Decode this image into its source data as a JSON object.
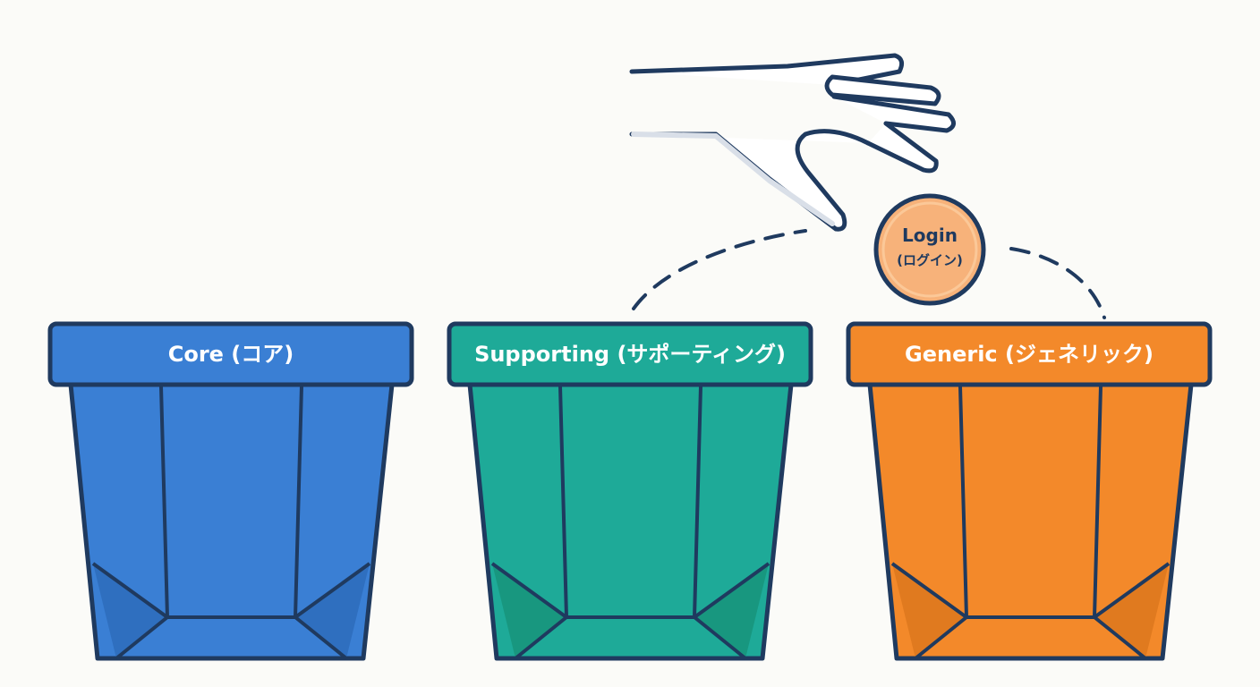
{
  "colors": {
    "outline": "#1f3a5f",
    "background": "#fbfbf8",
    "core": "#3a7fd4",
    "supporting": "#1eaa98",
    "generic": "#f3892a",
    "coin": "#f7b27a"
  },
  "bins": [
    {
      "id": "core",
      "label": "Core (コア)"
    },
    {
      "id": "supporting",
      "label": "Supporting (サポーティング)"
    },
    {
      "id": "generic",
      "label": "Generic (ジェネリック)"
    }
  ],
  "coin": {
    "line1": "Login",
    "line2": "(ログイン)"
  },
  "icons": {
    "hand": "hand-dropping-icon",
    "trajectory": "dashed-arc"
  }
}
